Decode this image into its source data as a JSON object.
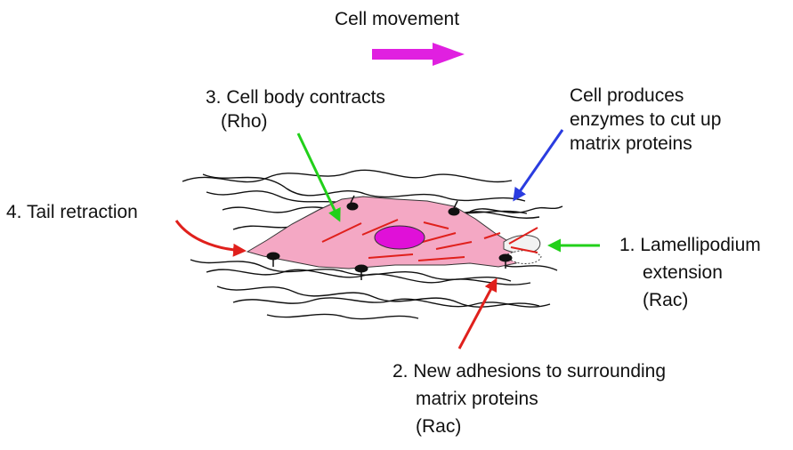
{
  "title": "Cell movement",
  "labels": {
    "step1": [
      "1. Lamellipodium",
      "extension",
      "(Rac)"
    ],
    "step2": [
      "2. New adhesions to surrounding",
      "matrix proteins",
      "(Rac)"
    ],
    "step3": [
      "3. Cell body contracts",
      "(Rho)"
    ],
    "step4": [
      "4. Tail retraction"
    ],
    "enzymes": [
      "Cell produces",
      "enzymes to cut up",
      "matrix proteins"
    ]
  },
  "colors": {
    "movement_arrow": "#e020e0",
    "cell_body": "#f4a8c4",
    "nucleus": "#e010d8",
    "stress_fiber": "#e0201c",
    "green_arrow": "#22d01a",
    "red_arrow": "#e0201c",
    "blue_arrow": "#2a3ce0",
    "matrix_fiber": "#111111"
  },
  "icons": [
    "movement-arrow-icon",
    "cell-icon",
    "nucleus-icon",
    "adhesion-icon"
  ]
}
